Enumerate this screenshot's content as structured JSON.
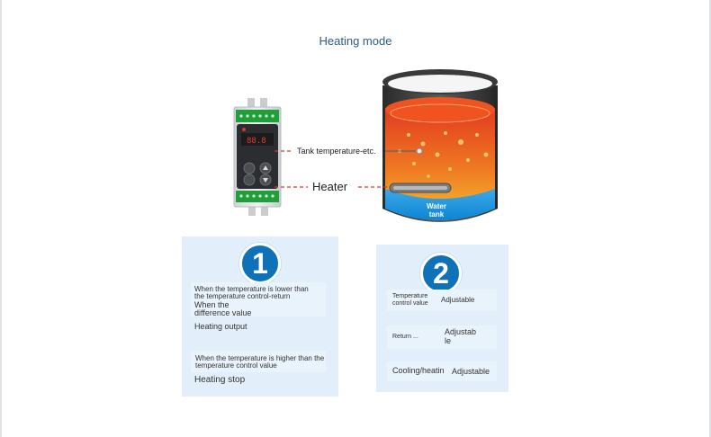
{
  "title": "Heating mode",
  "callouts": {
    "tank_temp": "Tank temperature-etc.",
    "heater": "Heater",
    "water_tank": "Water\ntank"
  },
  "card1": {
    "number": "1",
    "line_a": "When the temperature is lower than",
    "line_b": "the temperature control-return",
    "line_c": "When the",
    "line_d": "difference value",
    "heating_output": "Heating output",
    "line_e": "When the temperature is higher than the",
    "line_f": "temperature control value",
    "heating_stop": "Heating stop"
  },
  "card2": {
    "number": "2",
    "rows": [
      {
        "label": "Temperature\ncontrol value",
        "value": "Adjustable"
      },
      {
        "label": "Return ...",
        "value": "Adjustab\nle"
      },
      {
        "label": "Cooling/heatin",
        "value": "Adjustable"
      }
    ]
  },
  "colors": {
    "accent_blue": "#0f71b7",
    "card_bg": "#e2effa",
    "dashed_red": "#d9362b",
    "title_blue": "#2a5d86"
  }
}
